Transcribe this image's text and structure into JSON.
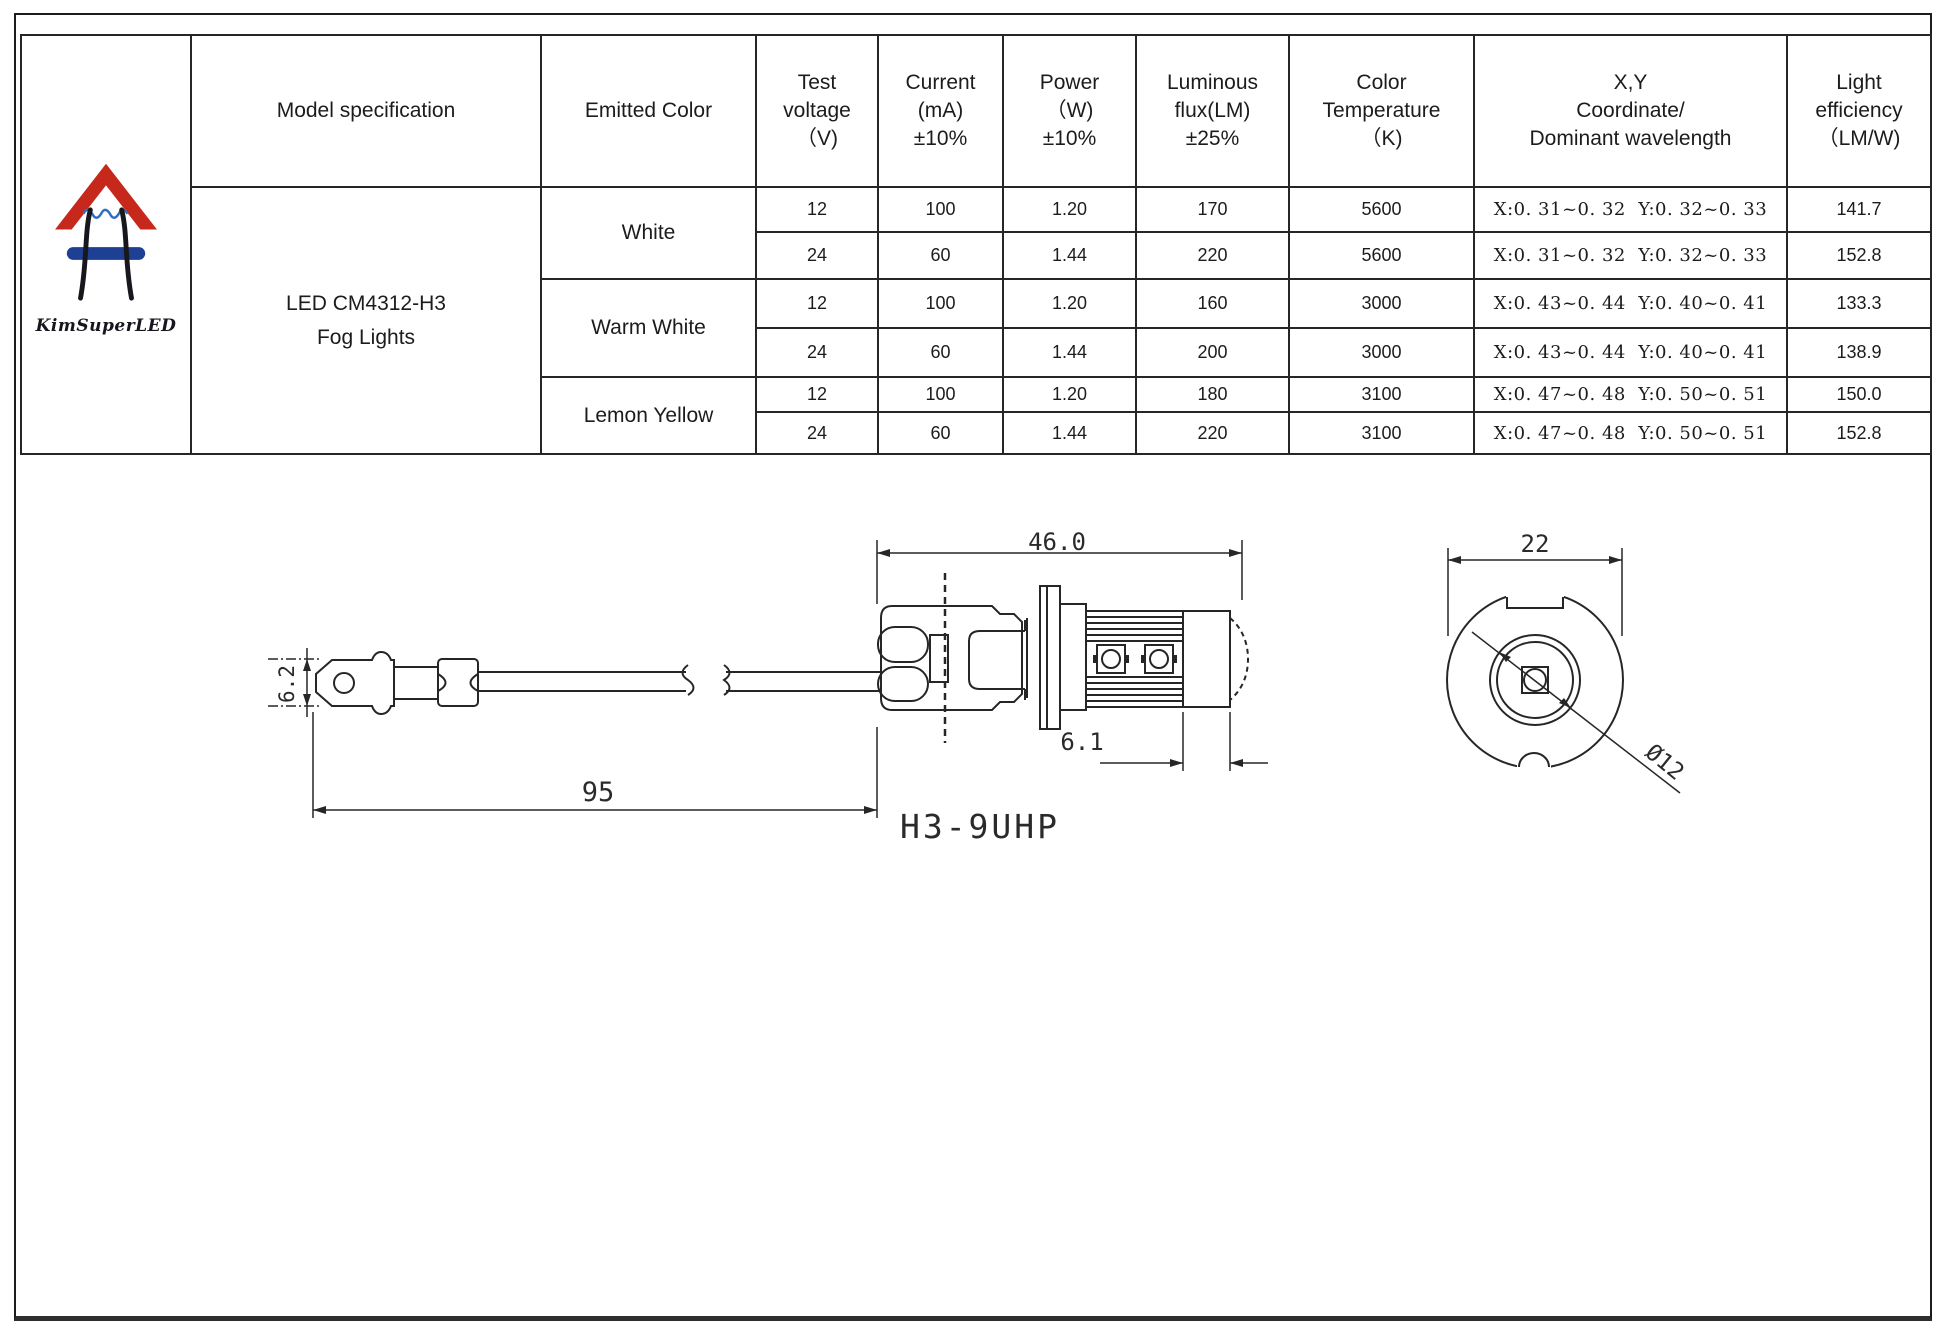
{
  "brand": {
    "name": "KimSuperLED"
  },
  "table": {
    "headers": {
      "model": "Model specification",
      "emitted": "Emitted Color",
      "voltage": [
        "Test",
        "voltage",
        "（V)"
      ],
      "current": [
        "Current",
        "(mA)",
        "±10%"
      ],
      "power": [
        "Power",
        "（W)",
        "±10%"
      ],
      "flux": [
        "Luminous",
        "flux(LM)",
        "±25%"
      ],
      "temp": [
        "Color",
        "Temperature",
        "（K)"
      ],
      "xy": [
        "X,Y",
        "Coordinate/",
        "Dominant wavelength"
      ],
      "eff": [
        "Light",
        "efficiency",
        "（LM/W)"
      ]
    },
    "model_lines": [
      "LED CM4312-H3",
      "Fog Lights"
    ],
    "groups": [
      {
        "color": "White",
        "rows": [
          [
            "12",
            "100",
            "1.20",
            "170",
            "5600",
            "X:0. 31~0. 32  Y:0. 32~0. 33",
            "141.7"
          ],
          [
            "24",
            "60",
            "1.44",
            "220",
            "5600",
            "X:0. 31~0. 32  Y:0. 32~0. 33",
            "152.8"
          ]
        ]
      },
      {
        "color": "Warm White",
        "rows": [
          [
            "12",
            "100",
            "1.20",
            "160",
            "3000",
            "X:0. 43~0. 44  Y:0. 40~0. 41",
            "133.3"
          ],
          [
            "24",
            "60",
            "1.44",
            "200",
            "3000",
            "X:0. 43~0. 44  Y:0. 40~0. 41",
            "138.9"
          ]
        ]
      },
      {
        "color": "Lemon Yellow",
        "rows": [
          [
            "12",
            "100",
            "1.20",
            "180",
            "3100",
            "X:0. 47~0. 48  Y:0. 50~0. 51",
            "150.0"
          ],
          [
            "24",
            "60",
            "1.44",
            "220",
            "3100",
            "X:0. 47~0. 48  Y:0. 50~0. 51",
            "152.8"
          ]
        ]
      }
    ]
  },
  "drawing": {
    "dim_total_length": "95",
    "dim_body_length": "46.0",
    "dim_cap_length": "6.1",
    "dim_terminal_width": "6.2",
    "dim_flange_width": "22",
    "dim_diameter": "Ø12",
    "part_label": "H3-9UHP"
  }
}
